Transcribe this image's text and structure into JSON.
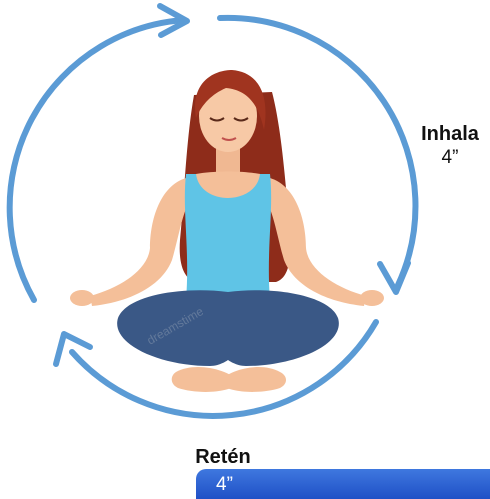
{
  "cycle": {
    "inhale": {
      "label": "Inhala",
      "duration": "4”"
    },
    "hold": {
      "label": "Retén",
      "duration": "4”"
    }
  },
  "colors": {
    "arrow": "#5b9bd5",
    "hold_box": "#2a5bd0",
    "hair": "#a0341f",
    "skin": "#f7c9a6",
    "top": "#5fc4e6",
    "pants": "#3a5886"
  },
  "watermark": "dreamstime"
}
